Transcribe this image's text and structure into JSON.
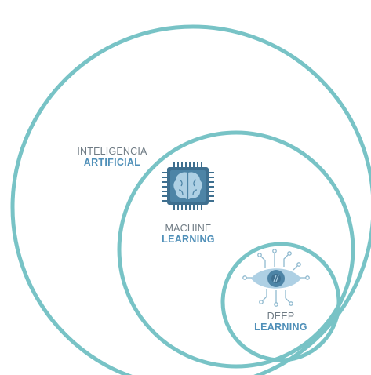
{
  "diagram": {
    "outer_ring": {
      "line1": "INTELIGENCIA",
      "line2": "ARTIFICIAL"
    },
    "middle_ring": {
      "line1": "MACHINE",
      "line2": "LEARNING",
      "icon": "brain-chip-icon"
    },
    "inner_ring": {
      "line1": "DEEP",
      "line2": "LEARNING",
      "icon": "circuit-eye-icon"
    }
  },
  "colors": {
    "ring": "#78c3c6",
    "accent": "#4f8fb8",
    "muted": "#6f7b84",
    "icon_dark": "#3e6f8f",
    "icon_light": "#aed0e4"
  }
}
